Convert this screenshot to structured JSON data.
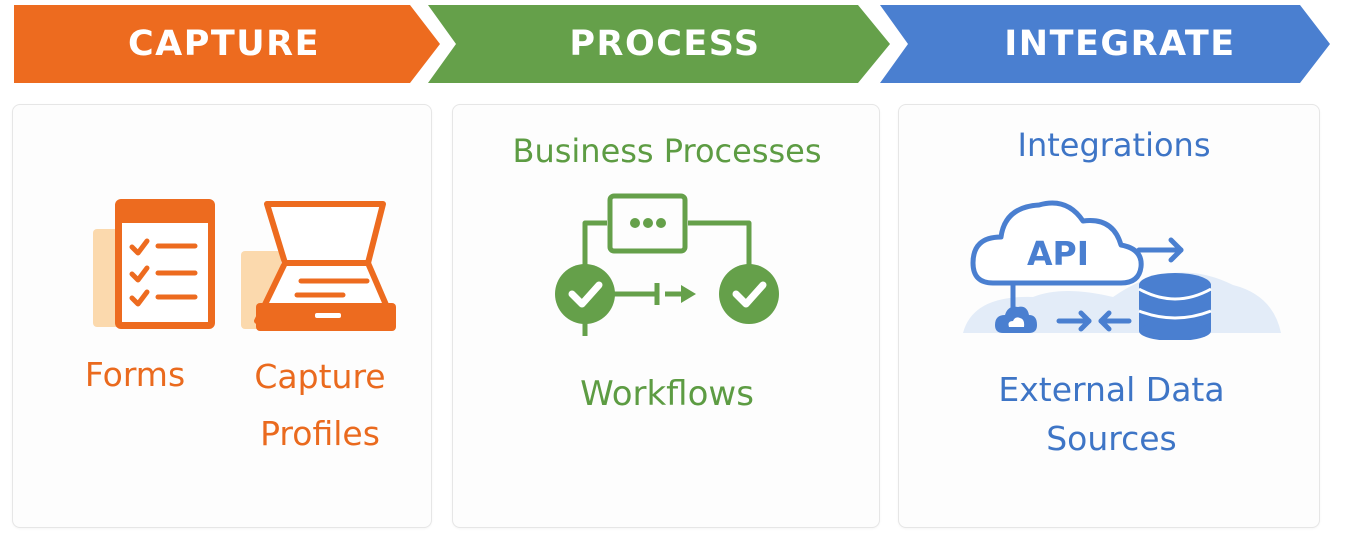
{
  "colors": {
    "capture": "#ed6b1f",
    "capture_light": "#fbd9ad",
    "process": "#65a04a",
    "integrate": "#4a7fd0",
    "integrate_light": "#e3ecf8",
    "card_border": "#e6e6e6",
    "background": "#ffffff"
  },
  "stages": [
    {
      "id": "capture",
      "label": "CAPTURE",
      "items": [
        {
          "label": "Forms",
          "icon": "checklist-form-icon"
        },
        {
          "label_line1": "Capture",
          "label_line2": "Profiles",
          "icon": "scanner-icon"
        }
      ]
    },
    {
      "id": "process",
      "label": "PROCESS",
      "title": "Business Processes",
      "icon": "workflow-diagram-icon",
      "caption": "Workflows"
    },
    {
      "id": "integrate",
      "label": "INTEGRATE",
      "title": "Integrations",
      "icon": "api-cloud-database-icon",
      "icon_text": "API",
      "caption_line1": "External Data",
      "caption_line2": "Sources"
    }
  ]
}
